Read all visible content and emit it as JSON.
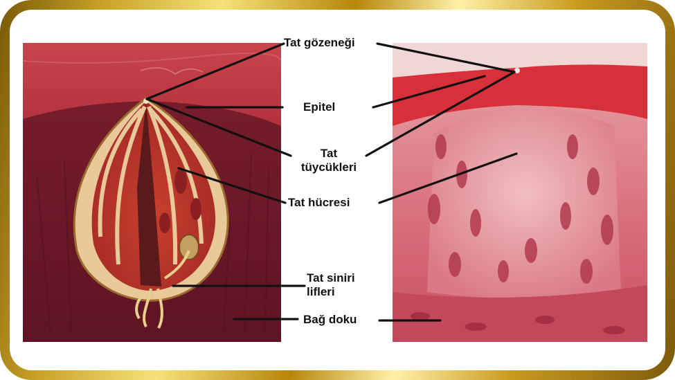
{
  "labels": {
    "taste_pore": "Tat gözeneği",
    "epithelium": "Epitel",
    "taste_hairs_line1": "Tat",
    "taste_hairs_line2": "tüycükleri",
    "taste_cell": "Tat hücresi",
    "nerve_fibers_line1": "Tat siniri",
    "nerve_fibers_line2": "lifleri",
    "connective_tissue": "Bağ doku"
  },
  "colors": {
    "frame_gold": "#c9a227",
    "background": "#ffffff",
    "leader_line": "#111111",
    "tissue_dark": "#6e1826",
    "tissue_red": "#c0303a",
    "stain_pink": "#e88a95"
  }
}
